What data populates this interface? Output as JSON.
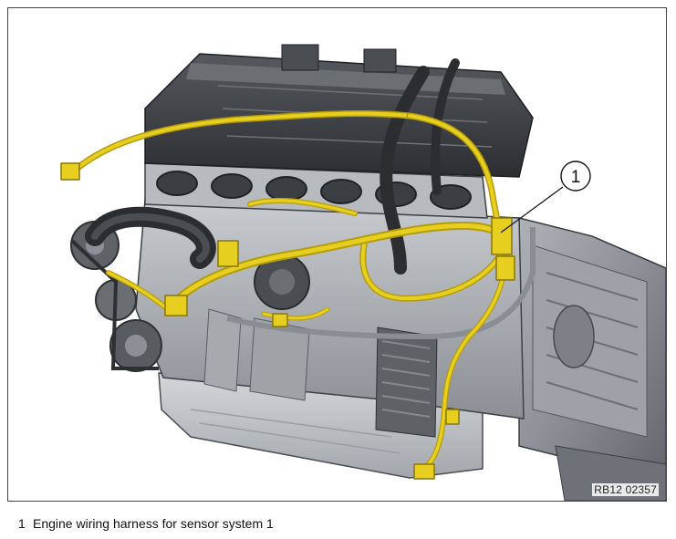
{
  "figure": {
    "callout_number": "1",
    "reference_code": "RB12 02357",
    "colors": {
      "harness": "#e6cf1e",
      "harness_dark": "#b59c0c",
      "metal_dark": "#3f4247",
      "metal_mid": "#8a8e94",
      "metal_light": "#c9ccd0",
      "hose": "#2b2d30"
    }
  },
  "legend": {
    "items": [
      {
        "number": "1",
        "text": "Engine wiring harness for sensor system 1"
      }
    ]
  }
}
